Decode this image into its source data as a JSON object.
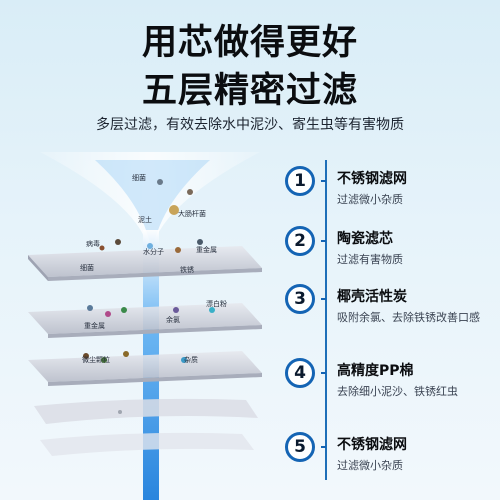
{
  "header": {
    "title_line1": "用芯做得更好",
    "title_line2": "五层精密过滤",
    "subtitle": "多层过滤，有效去除水中泥沙、寄生虫等有害物质"
  },
  "illustration": {
    "labels": {
      "bacteria_top": "细菌",
      "mud": "泥土",
      "ecoli": "大肠杆菌",
      "virus": "病毒",
      "water_molecule": "水分子",
      "heavy_metal_1": "重金属",
      "bacteria_mid": "细菌",
      "rust": "铁锈",
      "heavy_metal_2": "重金属",
      "residual_chlorine": "余氯",
      "bleach_powder": "漂白粉",
      "microparticle": "微尘颗粒",
      "impurity": "杂质"
    }
  },
  "steps": [
    {
      "number": "1",
      "title": "不锈钢滤网",
      "desc": "过滤微小杂质"
    },
    {
      "number": "2",
      "title": "陶瓷滤芯",
      "desc": "过滤有害物质"
    },
    {
      "number": "3",
      "title": "椰壳活性炭",
      "desc": "吸附余氯、去除铁锈改善口感"
    },
    {
      "number": "4",
      "title": "高精度PP棉",
      "desc": "去除细小泥沙、铁锈红虫"
    },
    {
      "number": "5",
      "title": "不锈钢滤网",
      "desc": "过滤微小杂质"
    }
  ],
  "colors": {
    "accent": "#1464b4",
    "beam": "#2f8fe6",
    "layer": "#c9ccd6"
  }
}
